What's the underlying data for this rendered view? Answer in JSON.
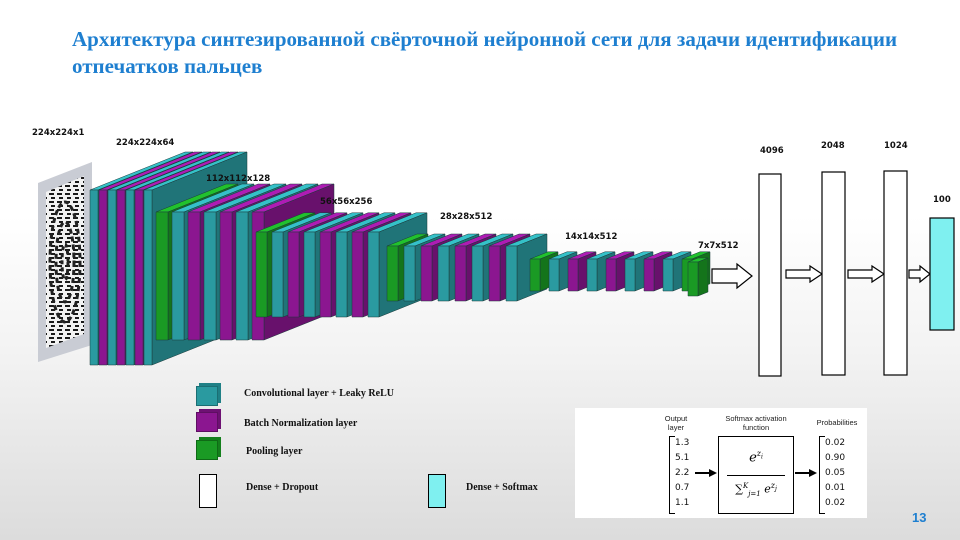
{
  "title": "Архитектура  синтезированной свёрточной нейронной сети для задачи идентификации отпечатков пальцев",
  "colors": {
    "conv": "#2a9aa0",
    "batch_norm": "#8b1690",
    "pooling": "#1a9a24",
    "dense": "#ffffff",
    "softmax": "#7ff0f0",
    "title": "#1e7fd0"
  },
  "dimension_labels": {
    "input": "224x224x1",
    "block1": "224x224x64",
    "block2": "112x112x128",
    "block3": "56x56x256",
    "block4": "28x28x512",
    "block5": "14x14x512",
    "pool5": "7x7x512",
    "dense1": "4096",
    "dense2": "2048",
    "dense3": "1024",
    "output": "100"
  },
  "legend": {
    "conv": "Convolutional layer + Leaky ReLU",
    "batch_norm": "Batch Normalization layer",
    "pooling": "Pooling layer",
    "dense_dropout": "Dense + Dropout",
    "dense_softmax": "Dense + Softmax"
  },
  "softmax_panel": {
    "output_header": "Output layer",
    "function_header": "Softmax activation function",
    "prob_header": "Probabilities",
    "output_values": [
      "1.3",
      "5.1",
      "2.2",
      "0.7",
      "1.1"
    ],
    "probabilities": [
      "0.02",
      "0.90",
      "0.05",
      "0.01",
      "0.02"
    ]
  },
  "page_number": "13"
}
